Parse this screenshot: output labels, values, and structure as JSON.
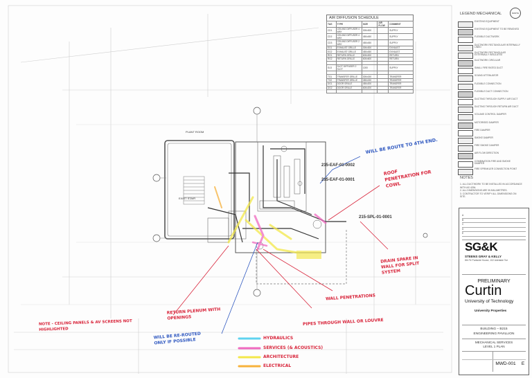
{
  "schedule": {
    "title": "AIR DIFFUSION SCHEDULE",
    "columns": [
      "TAG",
      "TYPE",
      "SIZE",
      "AIR FLOW",
      "COMMENT"
    ],
    "rows": [
      [
        "CD1",
        "CEILING DIFFUSER 4 WAY",
        "300x300",
        "",
        "SUPPLY"
      ],
      [
        "CD2",
        "CEILING DIFFUSER 4 WAY",
        "450x450",
        "",
        "SUPPLY"
      ],
      [
        "CD3",
        "CEILING DIFFUSER 2 WAY",
        "450x450",
        "",
        "SUPPLY"
      ],
      [
        "EG1",
        "EXHAUST GRILLE",
        "300x300",
        "",
        "EXHAUST"
      ],
      [
        "EG2",
        "EXHAUST GRILLE",
        "450x450",
        "",
        "EXHAUST"
      ],
      [
        "RG1",
        "RETURN GRILLE",
        "600x300",
        "",
        "RETURN"
      ],
      [
        "RG2",
        "RETURN GRILLE",
        "600x600",
        "",
        "RETURN"
      ],
      [
        "",
        "",
        "",
        "",
        ""
      ],
      [
        "SLD",
        "SLOT DIFFUSER 2 SLOT",
        "1200",
        "",
        "SUPPLY"
      ],
      [
        "",
        "",
        "",
        "",
        ""
      ],
      [
        "TG1",
        "TRANSFER GRILLE",
        "300x150",
        "",
        "TRANSFER"
      ],
      [
        "TG2",
        "TRANSFER GRILLE",
        "450x150",
        "",
        "TRANSFER"
      ],
      [
        "DG1",
        "DOOR GRILLE",
        "450x200",
        "",
        "TRANSFER"
      ],
      [
        "DG2",
        "DOOR GRILLE",
        "600x200",
        "",
        "TRANSFER"
      ],
      [
        "",
        "",
        "",
        "",
        ""
      ]
    ]
  },
  "legend": {
    "title": "LEGEND MECHANICAL",
    "north": "NORTH",
    "items": [
      "EXISTING EQUIPMENT",
      "EXISTING EQUIPMENT TO BE REMOVED",
      "FLEXIBLE DUCTWORK",
      "DUCTWORK RECTANGULAR INTERNALLY LINED",
      "DUCTWORK RECTANGULAR EXTERNALLY INSULATED",
      "DUCTWORK CIRCULAR",
      "SMALL FIRE RATED DUCT",
      "SOUND ATTENUATOR",
      "FLEXIBLE CONNECTION",
      "FLEXIBLE DUCT CONNECTION",
      "DUCTING THROUGH SUPPLY AIR DUCT",
      "DUCTING THROUGH RETURN AIR DUCT",
      "VOLUME CONTROL DAMPER",
      "MOTORISED DAMPER",
      "FIRE DAMPER",
      "SMOKE DAMPER",
      "FIRE SMOKE DAMPER",
      "AIR FLOW DIRECTION",
      "COMBINATION FIRE AND SMOKE DAMPER",
      "FIRE SPRINKLER CONNECTION POINT"
    ]
  },
  "notes": {
    "title": "NOTES",
    "items": [
      "1. ALL DUCTWORK TO BE INSTALLED IN ACCORDANCE WITH AS 4254.",
      "2. ALL DIMENSIONS ARE IN MILLIMETRES.",
      "3. CONTRACTOR TO VERIFY ALL DIMENSIONS ON SITE."
    ]
  },
  "titleblock": {
    "revisions": [
      "A",
      "B",
      "C",
      "D",
      "E"
    ],
    "firm_logo": "SG&K",
    "firm_name": "STEENS GRAY & KELLY",
    "firm_address": "8th Flr Parkside House, 102 Adelaide Tce",
    "status": "PRELIMINARY",
    "client_logo": "Curtin",
    "client_name": "University of Technology",
    "client_dept": "University Properties",
    "building": "BUILDING – B215",
    "project": "ENGINEERING PAVILLION",
    "sheet_title_1": "MECHANICAL SERVICES",
    "sheet_title_2": "LEVEL 1 PLAN",
    "drawing_no": "MWD-001",
    "revision": "E"
  },
  "plan_tags": {
    "eaf2": "215-EAF-01-0002",
    "eaf1": "215-EAF-01-0001",
    "spl1": "215-SPL-01-0001"
  },
  "markups": {
    "bottom_left": "NOTE - CEILING PANELS & AV SCREENS NOT HIGHLIGHTED",
    "beam": "WILL BE ROUTE TO 4TH END.",
    "roof": "ROOF PENETRATION FOR COWL",
    "drain": "DRAIN SPARE IN WALL FOR SPLIT SYSTEM",
    "wall": "WALL PENETRATIONS",
    "return": "RETURN PLENUM WITH OPENINGS",
    "rerouted": "WILL BE RE-ROUTED ONLY IF POSSIBLE",
    "pipes": "PIPES THROUGH WALL OR LOUVRE"
  },
  "key": [
    {
      "label": "HYDRAULICS",
      "color": "#5fd3f0"
    },
    {
      "label": "SERVICES (& ACOUSTICS)",
      "color": "#f06ac0"
    },
    {
      "label": "ARCHITECTURE",
      "color": "#f3e84a"
    },
    {
      "label": "ELECTRICAL",
      "color": "#f7b23c"
    }
  ]
}
